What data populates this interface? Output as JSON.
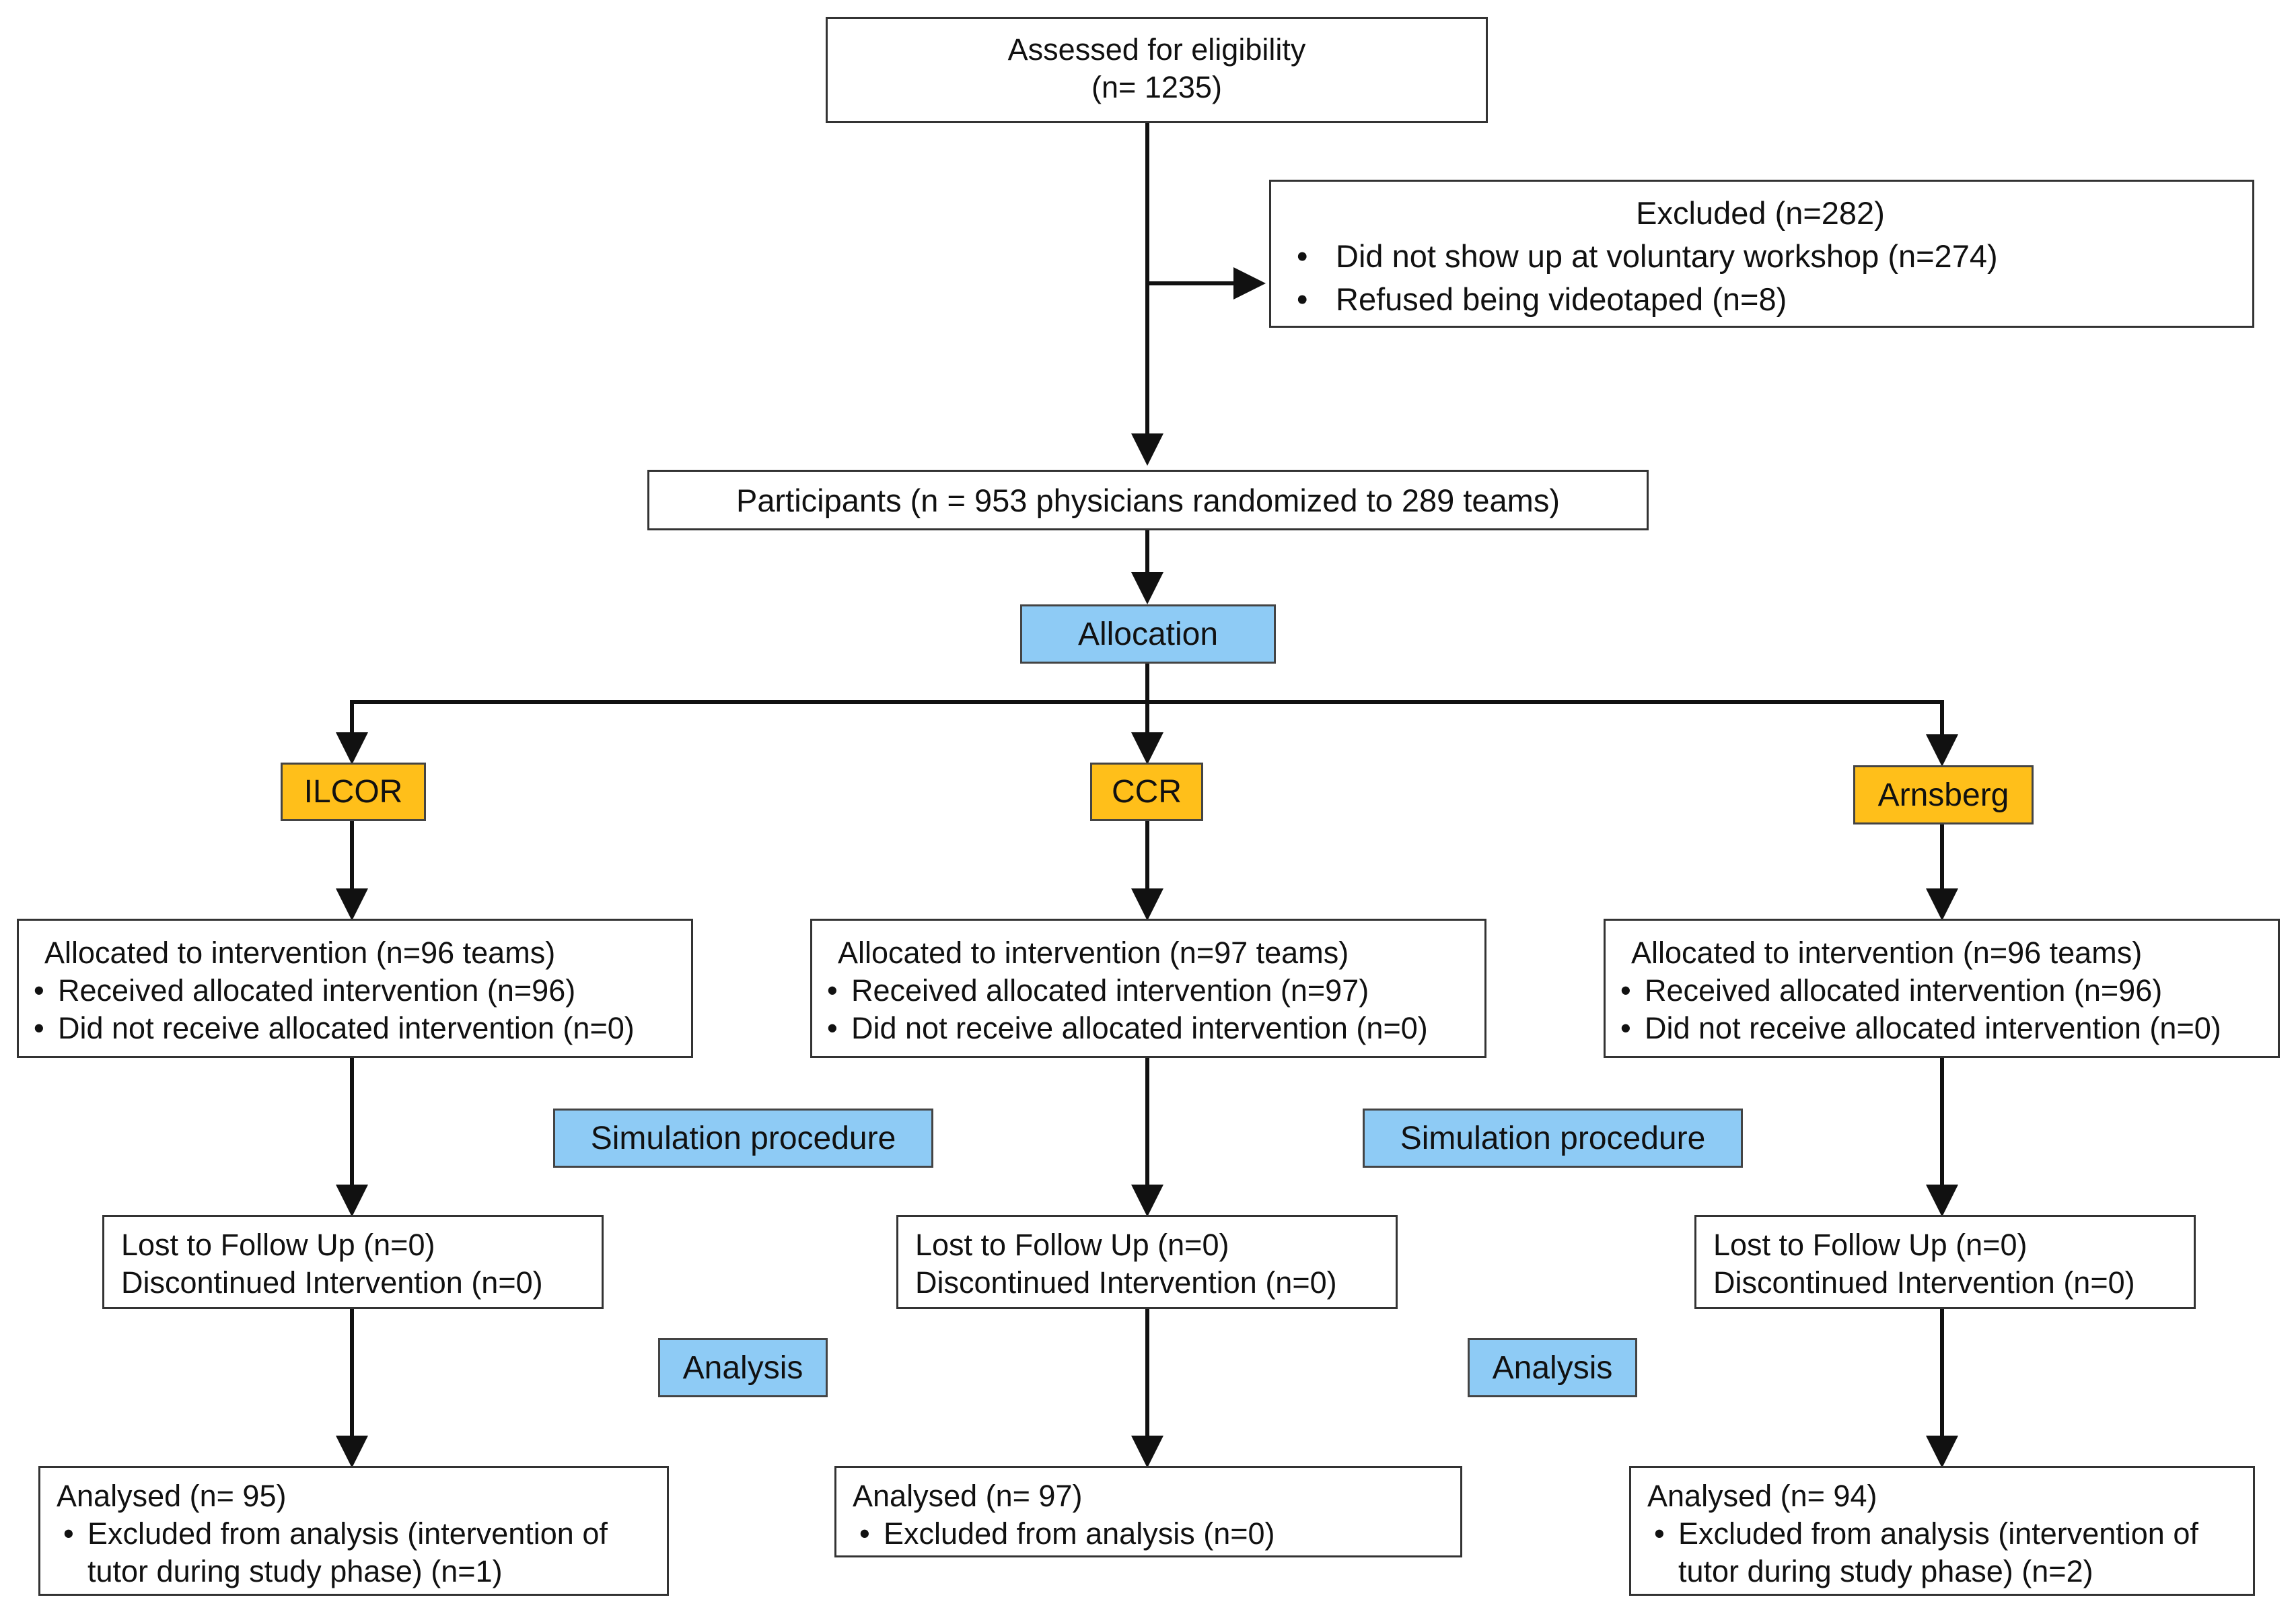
{
  "eligibility": {
    "title": "Assessed for eligibility",
    "count": "(n= 1235)"
  },
  "excluded": {
    "title": "Excluded (n=282)",
    "items": [
      "Did not show up at voluntary workshop (n=274)",
      "Refused being videotaped (n=8)"
    ]
  },
  "participants": {
    "label": "Participants (n = 953 physicians randomized to 289 teams)"
  },
  "phases": {
    "allocation": "Allocation",
    "simulation": "Simulation procedure",
    "analysis": "Analysis"
  },
  "arms": [
    {
      "name": "ILCOR",
      "allocated": "Allocated to intervention (n=96 teams)",
      "allocated_items": [
        "Received allocated intervention (n=96)",
        "Did not receive allocated intervention (n=0)"
      ],
      "lost": "Lost to Follow Up (n=0)",
      "discontinued": "Discontinued Intervention (n=0)",
      "analysed": "Analysed (n= 95)",
      "analysed_items": [
        "Excluded from analysis (intervention of tutor during study phase) (n=1)"
      ]
    },
    {
      "name": "CCR",
      "allocated": "Allocated to intervention (n=97 teams)",
      "allocated_items": [
        "Received allocated intervention (n=97)",
        "Did not receive allocated intervention (n=0)"
      ],
      "lost": "Lost to Follow Up (n=0)",
      "discontinued": "Discontinued Intervention (n=0)",
      "analysed": "Analysed (n= 97)",
      "analysed_items": [
        "Excluded from analysis (n=0)"
      ]
    },
    {
      "name": "Arnsberg",
      "allocated": "Allocated to intervention (n=96 teams)",
      "allocated_items": [
        "Received allocated intervention (n=96)",
        "Did not receive allocated intervention (n=0)"
      ],
      "lost": "Lost to Follow Up (n=0)",
      "discontinued": "Discontinued Intervention (n=0)",
      "analysed": "Analysed (n= 94)",
      "analysed_items": [
        "Excluded from analysis (intervention of tutor during study phase) (n=2)"
      ]
    }
  ],
  "colors": {
    "phase_fill": "#8ecbf5",
    "arm_fill": "#ffbf1a",
    "line": "#111111"
  }
}
